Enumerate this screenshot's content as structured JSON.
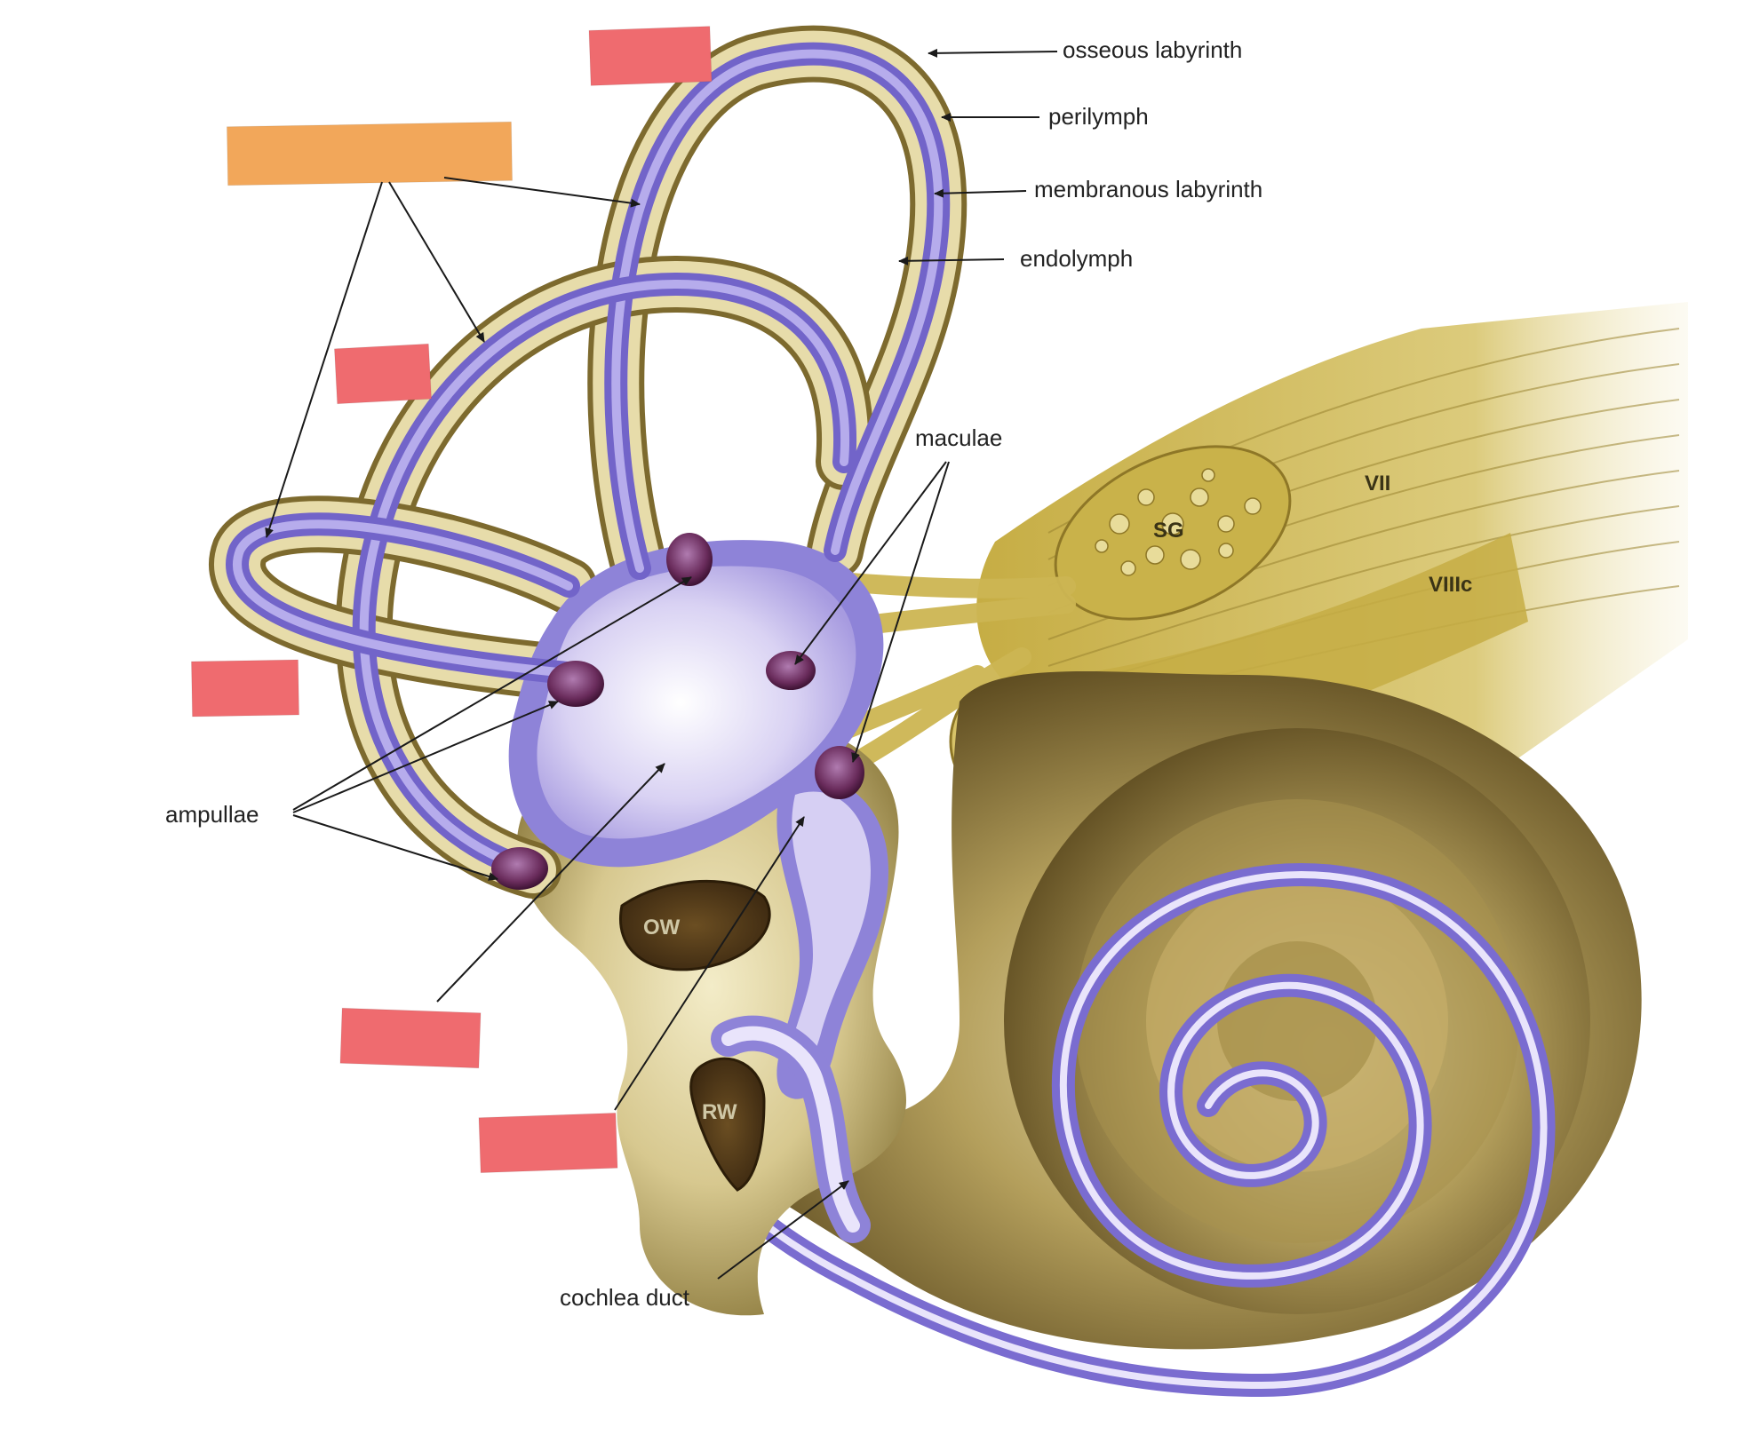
{
  "labels": {
    "osseous": "osseous labyrinth",
    "perilymph": "perilymph",
    "membranous": "membranous labyrinth",
    "endolymph": "endolymph",
    "maculae": "maculae",
    "ampullae": "ampullae",
    "cochlea": "cochlea duct",
    "sg": "SG",
    "vii": "VII",
    "viiic": "VIIIc",
    "ow": "OW",
    "rw": "RW"
  },
  "colors": {
    "blank_red": "#ef6b6f",
    "blank_orange": "#f2a75a",
    "bone": "#bba966",
    "membrane": "#8e83d8",
    "nerve": "#c8b24c"
  }
}
